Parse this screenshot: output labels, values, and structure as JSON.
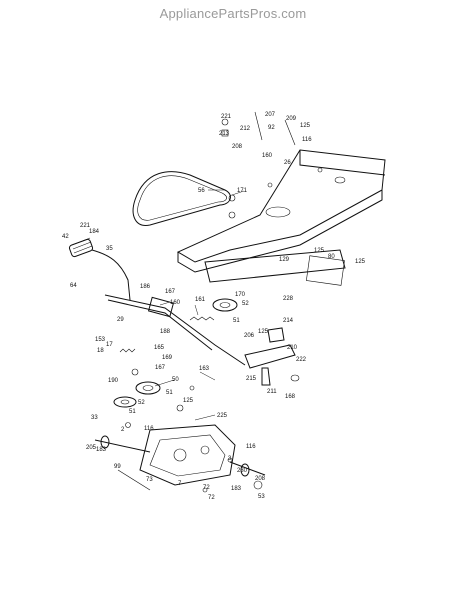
{
  "watermark": "AppliancePartsPros.com",
  "callouts": [
    "221",
    "212",
    "213",
    "207",
    "92",
    "208",
    "125",
    "116",
    "209",
    "160",
    "26",
    "171",
    "56",
    "221",
    "184",
    "42",
    "35",
    "64",
    "186",
    "167",
    "160",
    "125",
    "80",
    "125",
    "129",
    "228",
    "170",
    "52",
    "51",
    "161",
    "188",
    "29",
    "153",
    "17",
    "18",
    "165",
    "169",
    "167",
    "190",
    "50",
    "51",
    "52",
    "51",
    "163",
    "206",
    "125",
    "214",
    "210",
    "222",
    "215",
    "211",
    "168",
    "125",
    "225",
    "33",
    "116",
    "2",
    "183",
    "205",
    "116",
    "3",
    "230",
    "208",
    "183",
    "53",
    "72",
    "72",
    "7",
    "73",
    "99"
  ]
}
